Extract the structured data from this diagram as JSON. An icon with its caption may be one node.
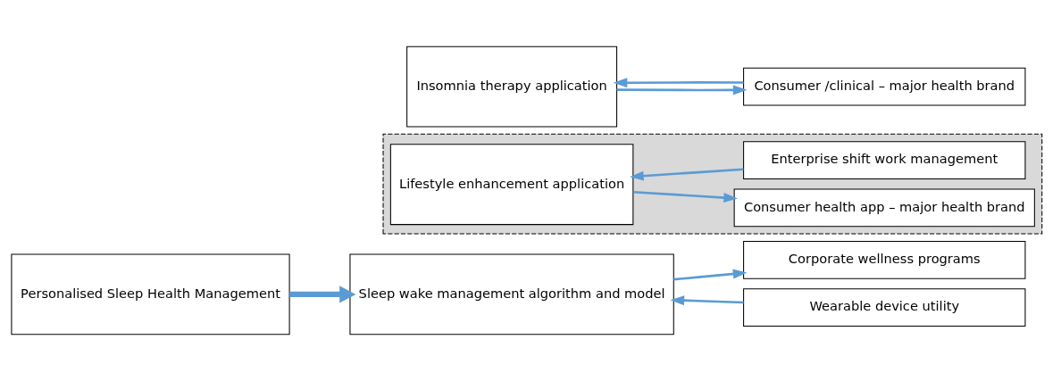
{
  "diagram": {
    "nodes": [
      {
        "text": [
          "Personalised Sleep Health Management"
        ]
      },
      {
        "text": [],
        "shape": "box"
      },
      {
        "text": [
          "Lifestyle enhancement application"
        ],
        "in": 1
      },
      {
        "text": [
          "Consumer health app – major health brand"
        ],
        "in": 1
      },
      {
        "text": [
          "Enterprise shift work management"
        ],
        "in": 1
      },
      {
        "text": [
          "Sleep wake management algorithm and model"
        ]
      },
      {
        "text": [
          "Corporate wellness programs"
        ]
      },
      {
        "text": [
          "Wearable device utility"
        ]
      },
      {
        "text": [
          "Insomnia therapy application"
        ]
      },
      {
        "text": [
          "Consumer /clinical – major health brand"
        ]
      }
    ],
    "edges": [
      {
        "from": 0,
        "to": 5,
        "arrow": "to",
        "style": "thick"
      },
      {
        "from": 2,
        "to": 3,
        "arrow": "to"
      },
      {
        "from": 4,
        "to": 2,
        "arrow": "to"
      },
      {
        "from": 5,
        "to": 6,
        "arrow": "to"
      },
      {
        "from": 7,
        "to": 5,
        "arrow": "to"
      },
      {
        "from": 8,
        "to": 9,
        "arrow": "to"
      },
      {
        "from": 9,
        "to": 8,
        "arrow": "to"
      }
    ]
  }
}
